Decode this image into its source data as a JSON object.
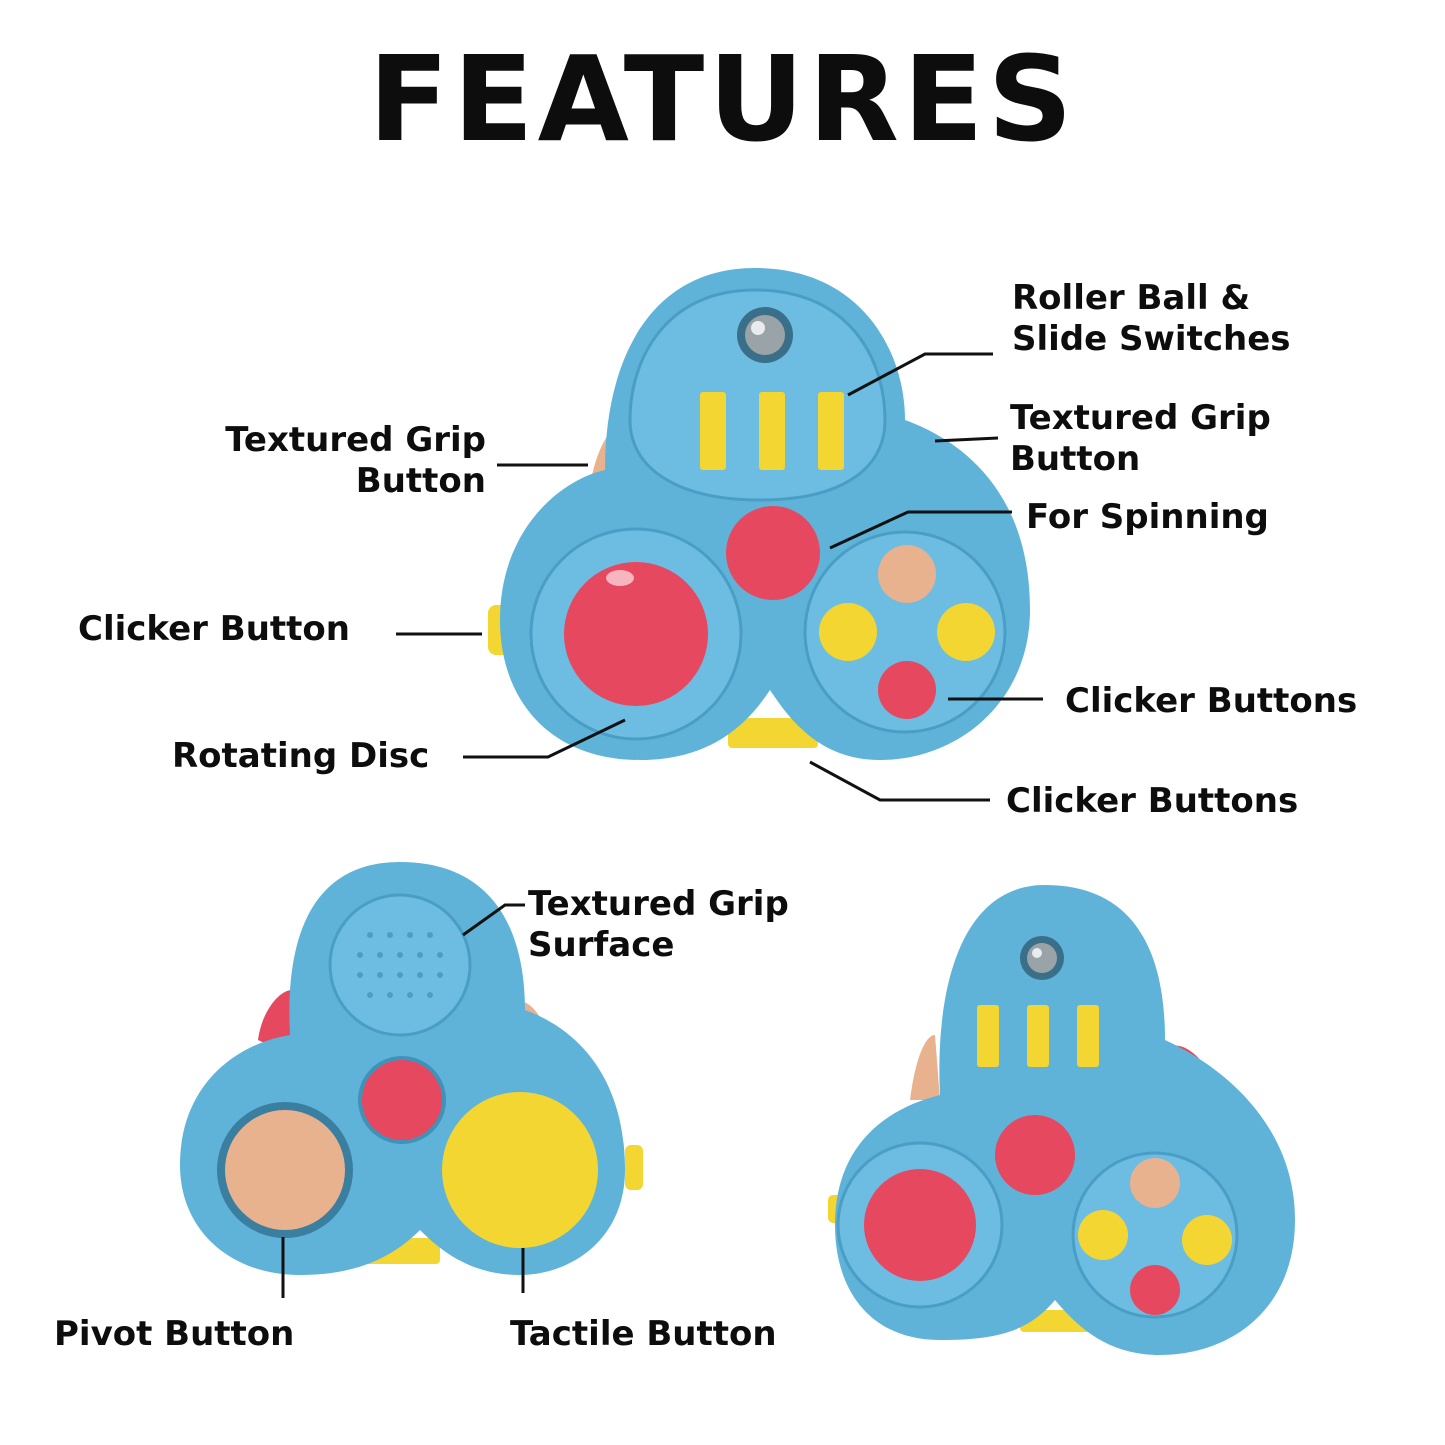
{
  "title": "FEATURES",
  "labels": {
    "roller_ball": "Roller Ball &\nSlide Switches",
    "grip_left": "Textured Grip\nButton",
    "grip_right": "Textured Grip\nButton",
    "spinning": "For Spinning",
    "clicker_button": "Clicker Button",
    "clicker_buttons_1": "Clicker Buttons",
    "rotating_disc": "Rotating Disc",
    "clicker_buttons_2": "Clicker Buttons",
    "grip_surface": "Textured Grip\nSurface",
    "pivot_button": "Pivot Button",
    "tactile_button": "Tactile Button"
  },
  "colors": {
    "body_blue": "#5fb3d8",
    "body_blue_dark": "#3f92ba",
    "red": "#e6485f",
    "yellow": "#f4d633",
    "peach": "#e9b28f",
    "text": "#0d0d0d"
  },
  "icons": [
    "fidget-pad-front",
    "fidget-pad-back",
    "fidget-pad-angled"
  ]
}
